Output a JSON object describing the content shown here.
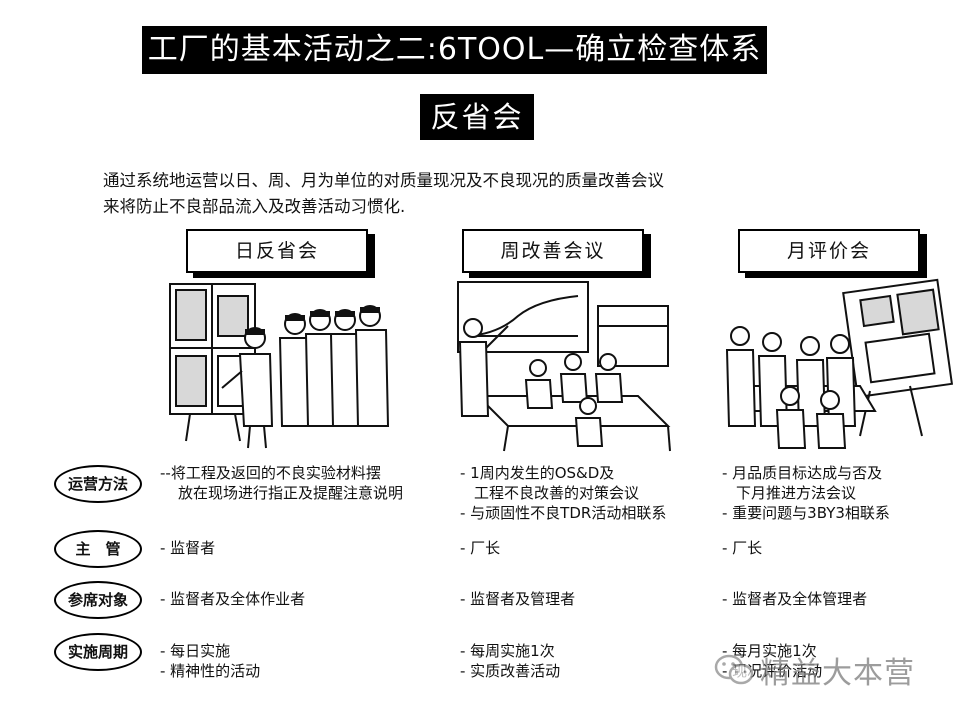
{
  "title": "工厂的基本活动之二:6TOOL—确立检查体系",
  "subtitle": "反省会",
  "intro": {
    "line1": "通过系统地运营以日、周、月为单位的对质量现况及不良现况的质量改善会议",
    "line2": "来将防止不良部品流入及改善活动习惯化."
  },
  "columns": [
    {
      "heading": "日反省会"
    },
    {
      "heading": "周改善会议"
    },
    {
      "heading": "月评价会"
    }
  ],
  "rows": [
    {
      "label": "运营方法",
      "cells": [
        [
          "--将工程及返回的不良实验材料摆",
          "  放在现场进行指正及提醒注意说明"
        ],
        [
          "- 1周内发生的OS&D及",
          "  工程不良改善的对策会议",
          "- 与顽固性不良TDR活动相联系"
        ],
        [
          "- 月品质目标达成与否及",
          "  下月推进方法会议",
          "- 重要问题与3BY3相联系"
        ]
      ]
    },
    {
      "label": "主　管",
      "cells": [
        [
          "- 监督者"
        ],
        [
          "- 厂长"
        ],
        [
          "- 厂长"
        ]
      ]
    },
    {
      "label": "参席对象",
      "cells": [
        [
          "- 监督者及全体作业者"
        ],
        [
          "- 监督者及管理者"
        ],
        [
          "- 监督者及全体管理者"
        ]
      ]
    },
    {
      "label": "实施周期",
      "cells": [
        [
          "- 每日实施",
          "- 精神性的活动"
        ],
        [
          "- 每周实施1次",
          "- 实质改善活动"
        ],
        [
          "- 每月实施1次",
          "- 现况评价活动"
        ]
      ]
    }
  ],
  "watermark": "精益大本营",
  "illustrations": [
    {
      "icon": "daily-review-meeting-illustration"
    },
    {
      "icon": "weekly-improvement-meeting-illustration"
    },
    {
      "icon": "monthly-evaluation-meeting-illustration"
    }
  ]
}
